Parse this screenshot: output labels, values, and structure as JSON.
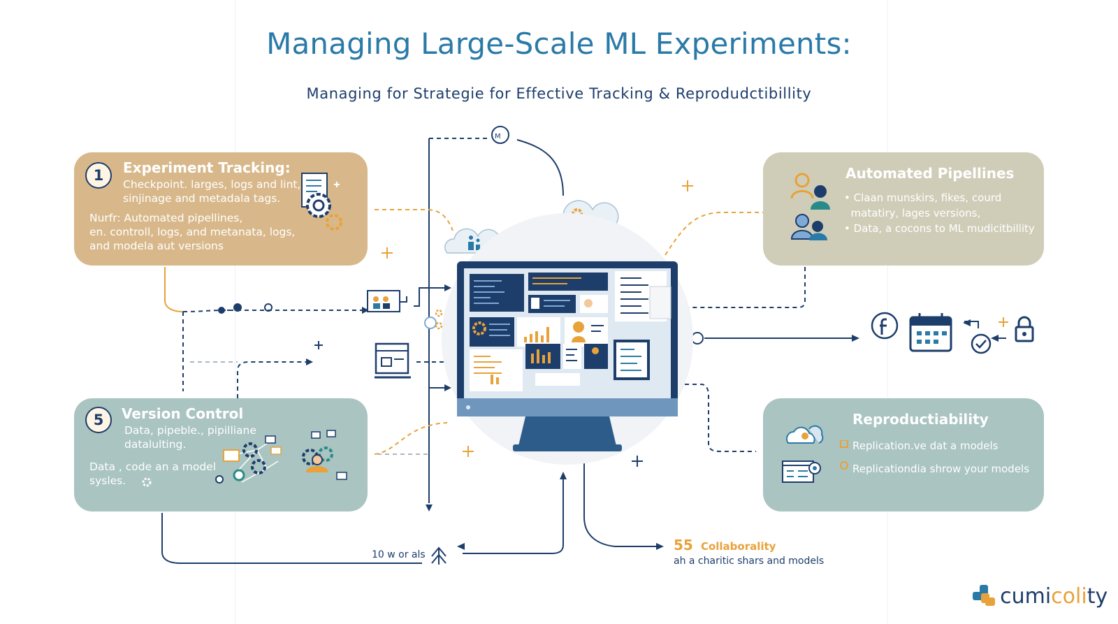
{
  "header": {
    "title": "Managing Large-Scale ML Experiments:",
    "subtitle": "Managing for Strategie for Effective Tracking & Reprodudctibillity"
  },
  "cards": {
    "tracking": {
      "number": "1",
      "title": "Experiment Tracking:",
      "lines": [
        "Checkpoint. larges, logs and lint,",
        "sinjinage and metadala tags."
      ],
      "lines2": [
        "Nurfr:  Automated pipellines,",
        "en. controll, logs, and metanata, logs,",
        "and modela aut versions"
      ]
    },
    "pipelines": {
      "title": "Automated Pipellines",
      "bullets": [
        "• Claan munskirs, fikes, courd",
        "  matatiry, lages versions,",
        "• Data, a cocons to ML mudicitbillity"
      ]
    },
    "version": {
      "number": "5",
      "title": "Version Control",
      "lines": [
        "Data, pipeble., pipilliane",
        "datalulting."
      ],
      "lines2": [
        "Data , code an a model",
        "sysles."
      ]
    },
    "repro": {
      "title": "Reproductiability",
      "items": [
        "Replication.ve dat a models",
        "Replicationdia shrow your models"
      ]
    }
  },
  "bottom": {
    "left_label": "10 w or als",
    "collab_number": "55",
    "collab_label": "Collaborality",
    "collab_sub": "ah a charitic shars and models"
  },
  "brand": {
    "part1": "cumi",
    "part2": "coli",
    "part3": "ty"
  },
  "colors": {
    "accent_blue": "#2a7aa8",
    "navy": "#1d3d6b",
    "orange": "#e8a23a",
    "tan": "#d8b88a",
    "sage": "#a9c4c1",
    "khaki": "#cfcdb8"
  },
  "icons": [
    "gear-icon",
    "document-icon",
    "cloud-icon",
    "users-icon",
    "monitor-icon",
    "facebook-icon",
    "calendar-icon",
    "check-icon",
    "lock-icon",
    "plus-icon"
  ]
}
